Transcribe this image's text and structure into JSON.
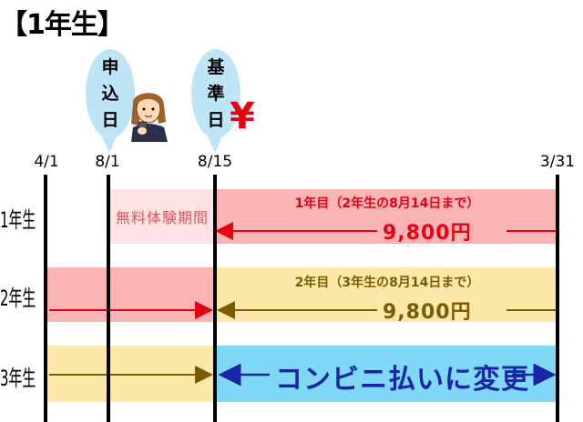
{
  "title": "【1年生】",
  "markers": {
    "application": [
      "申",
      "込",
      "日"
    ],
    "base": [
      "基",
      "準",
      "日"
    ],
    "yen": "¥"
  },
  "dates": [
    "4/1",
    "8/1",
    "8/15",
    "3/31"
  ],
  "rows": [
    "1年生",
    "2年生",
    "3年生"
  ],
  "row1": {
    "trial": "無料体験期間",
    "label": "1年目（2年生の8月14日まで）",
    "price": "9,800円"
  },
  "row2": {
    "label": "2年目（3年生の8月14日まで）",
    "price": "9,800円"
  },
  "row3": {
    "konbini": "コンビニ払いに変更"
  },
  "colors": {
    "pink": "#fbb4b4",
    "light_pink": "#fde3e3",
    "yellow": "#fce8a8",
    "cyan": "#7fd8f5",
    "bubble": "#bde5f6",
    "red_arrow": "#e60012",
    "olive_arrow": "#7a5d00",
    "blue_arrow": "#1a25a8"
  }
}
